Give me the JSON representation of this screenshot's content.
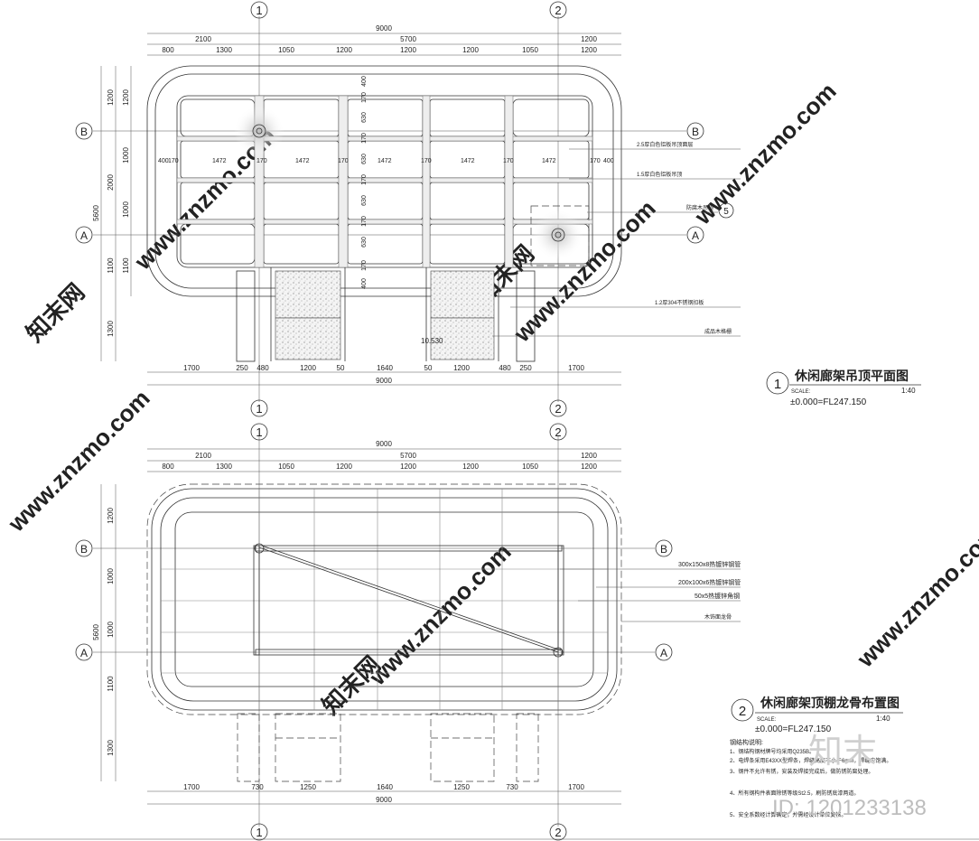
{
  "axes": {
    "one": "1",
    "two": "2",
    "a": "A",
    "b": "B"
  },
  "plan1": {
    "title": "休闲廊架吊顶平面图",
    "scale_label": "SCALE:",
    "scale": "1:40",
    "elevation": "±0.000=FL247.150",
    "number": "1",
    "top_total": "9000",
    "top_row1": [
      "2100",
      "5700",
      "1200"
    ],
    "top_row2": [
      "800",
      "1300",
      "1050",
      "1200",
      "1200",
      "1200",
      "1050",
      "1200"
    ],
    "inner_row": [
      "400",
      "170",
      "1472",
      "170",
      "1472",
      "170",
      "1472",
      "170",
      "1472",
      "170",
      "1472",
      "170",
      "400"
    ],
    "left_outer": "5600",
    "left_mid": [
      "1200",
      "2000",
      "1100",
      "1300"
    ],
    "left_inner": [
      "1200",
      "1000",
      "1000",
      "1100"
    ],
    "mid_vert": [
      "400",
      "170",
      "630",
      "170",
      "630",
      "170",
      "630",
      "170",
      "630",
      "170",
      "400"
    ],
    "bottom_row": [
      "1700",
      "250",
      "480",
      "1200",
      "50",
      "1640",
      "50",
      "1200",
      "480",
      "250",
      "1700"
    ],
    "bottom_total": "9000",
    "callouts": [
      "2.5厚白色铝板吊顶面层",
      "1.5厚白色铝板吊顶",
      "防腐木吊顶",
      "1.2厚304不锈钢扣板",
      "成品木格栅"
    ],
    "callout_detail": "5",
    "mark": "10.530"
  },
  "plan2": {
    "title": "休闲廊架顶棚龙骨布置图",
    "scale_label": "SCALE:",
    "scale": "1:40",
    "elevation": "±0.000=FL247.150",
    "number": "2",
    "top_total": "9000",
    "top_row1": [
      "2100",
      "5700",
      "1200"
    ],
    "top_row2": [
      "800",
      "1300",
      "1050",
      "1200",
      "1200",
      "1200",
      "1050",
      "1200"
    ],
    "left_outer": "5600",
    "left_inner": [
      "1200",
      "1000",
      "1000",
      "1100",
      "1300"
    ],
    "bottom_row": [
      "1700",
      "730",
      "1250",
      "1640",
      "1250",
      "730",
      "1700"
    ],
    "bottom_total": "9000",
    "callouts": [
      "300x150x8热镀锌钢管",
      "200x100x6热镀锌钢管",
      "50x5热镀锌角钢",
      "木饰面龙骨"
    ]
  },
  "notes": {
    "heading": "钢结构说明:",
    "lines": [
      "1、钢结构钢材牌号均采用Q235B。",
      "2、电焊条采用E43XX型焊条，焊缝高度不小于6mm，焊缝应饱满。",
      "3、钢件不允许有锈，安装及焊接完成后，做防锈防腐处理。",
      "4、所有钢构件表面除锈等级St2.5，刷防锈底漆两道。",
      "5、安全系数经计算确定，并需经设计单位复核。"
    ]
  },
  "watermarks": [
    "www.znzmo.com",
    "知末网"
  ],
  "stamp": {
    "logo": "知末",
    "id": "ID: 1201233138"
  }
}
